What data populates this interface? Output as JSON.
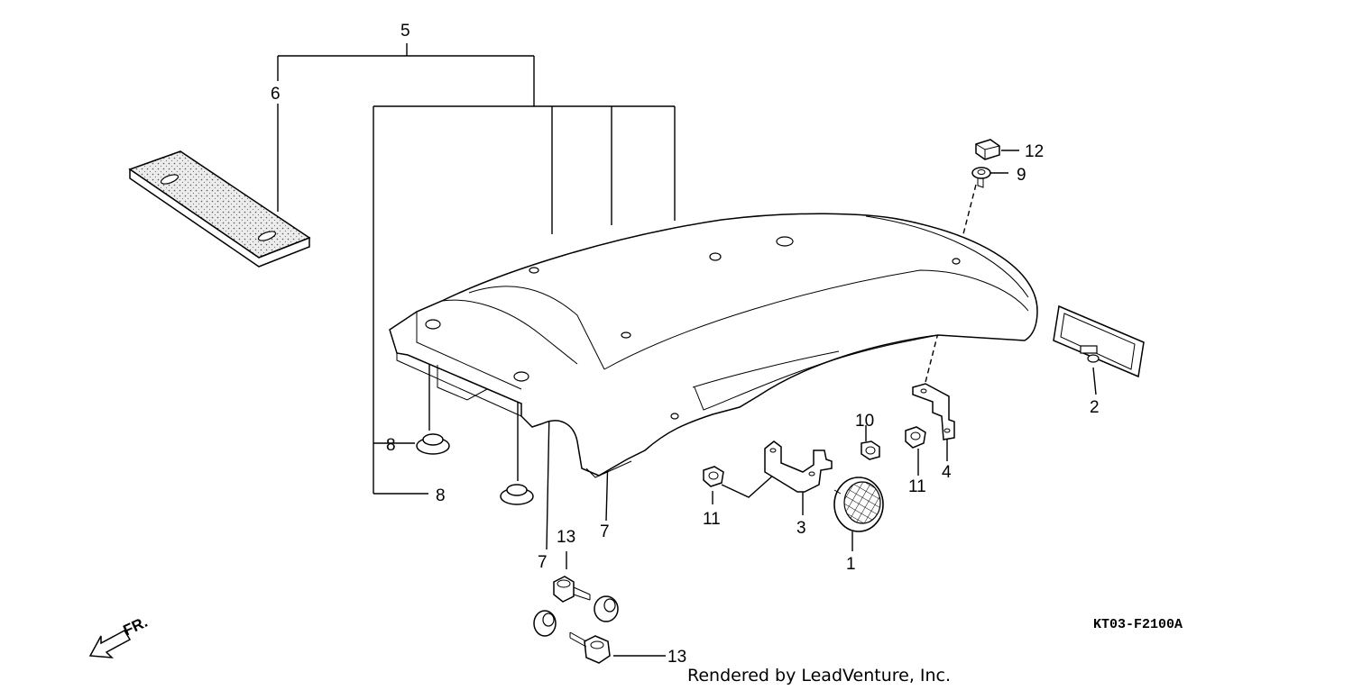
{
  "diagram": {
    "callouts": [
      "5",
      "6",
      "12",
      "9",
      "2",
      "8",
      "8",
      "10",
      "11",
      "4",
      "11",
      "3",
      "1",
      "13",
      "7",
      "7",
      "13"
    ],
    "code": "KT03-F2100A",
    "direction_label": "FR.",
    "credit": "Rendered by LeadVenture, Inc."
  },
  "colors": {
    "ink": "#000000",
    "background": "#ffffff",
    "foam_fill": "#e6e6e6"
  },
  "icons": {
    "front_arrow": "arrow-icon"
  }
}
